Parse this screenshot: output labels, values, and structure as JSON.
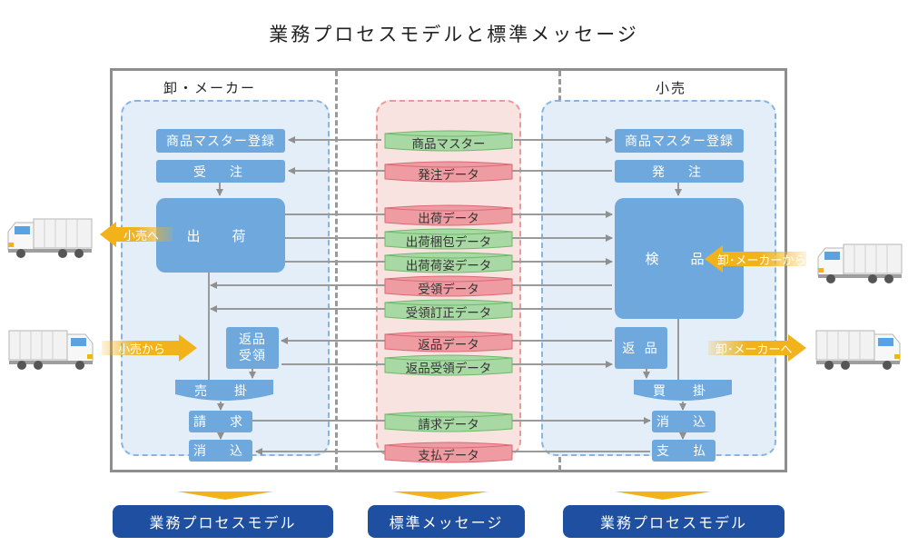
{
  "title": "業務プロセスモデルと標準メッセージ",
  "wholesaler": {
    "header": "卸・メーカー",
    "processes": {
      "master": "商品マスター登録",
      "order_received": "受　注",
      "shipping": "出　荷",
      "return_receive": "返品\n受領",
      "receivable": "売　掛",
      "billing": "請　求",
      "clearing": "消　込"
    },
    "to_retailer": "小売へ",
    "from_retailer": "小売から"
  },
  "retailer": {
    "header": "小売",
    "processes": {
      "master": "商品マスター登録",
      "ordering": "発　注",
      "inspection": "検　品",
      "returns": "返 品",
      "payable": "買　掛",
      "clearing": "消　込",
      "payment": "支　払"
    },
    "from_wholesaler": "卸･メーカーから",
    "to_wholesaler": "卸･メーカーへ"
  },
  "messages": [
    {
      "label": "商品マスター",
      "color": "green"
    },
    {
      "label": "発注データ",
      "color": "pink"
    },
    {
      "label": "出荷データ",
      "color": "pink"
    },
    {
      "label": "出荷梱包データ",
      "color": "green"
    },
    {
      "label": "出荷荷姿データ",
      "color": "green"
    },
    {
      "label": "受領データ",
      "color": "pink"
    },
    {
      "label": "受領訂正データ",
      "color": "green"
    },
    {
      "label": "返品データ",
      "color": "pink"
    },
    {
      "label": "返品受領データ",
      "color": "green"
    },
    {
      "label": "請求データ",
      "color": "green"
    },
    {
      "label": "支払データ",
      "color": "pink"
    }
  ],
  "footer": {
    "left": "業務プロセスモデル",
    "center": "標準メッセージ",
    "right": "業務プロセスモデル"
  },
  "colors": {
    "process_blue": "#6fa8dc",
    "zone_blue": "#e3eef9",
    "zone_pink": "#f8e3e1",
    "msg_green": "#a8d8a3",
    "msg_pink": "#ef9ba2",
    "accent_yellow": "#f2b31a",
    "footer_navy": "#1e4fa0"
  }
}
